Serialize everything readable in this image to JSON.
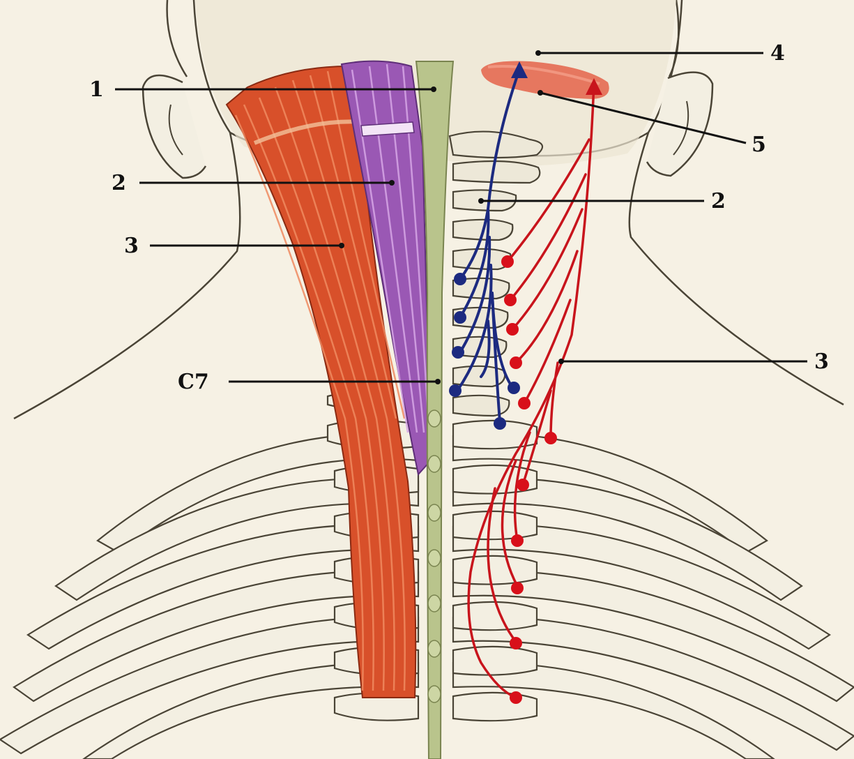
{
  "labels": {
    "left_1": "1",
    "left_2": "2",
    "left_3": "3",
    "left_c7": "C7",
    "right_4": "4",
    "right_5": "5",
    "right_2": "2",
    "right_3": "3"
  },
  "colors": {
    "background": "#f6f1e4",
    "outline": "#4a4436",
    "bone": "#f3efe2",
    "trapezius": "#d8502a",
    "muscle_purple": "#9a58b4",
    "ligament": "#b9c48c",
    "blue_nerve": "#1c2a80",
    "red_nerve": "#c8141c",
    "occipital_area": "#e4634a"
  }
}
